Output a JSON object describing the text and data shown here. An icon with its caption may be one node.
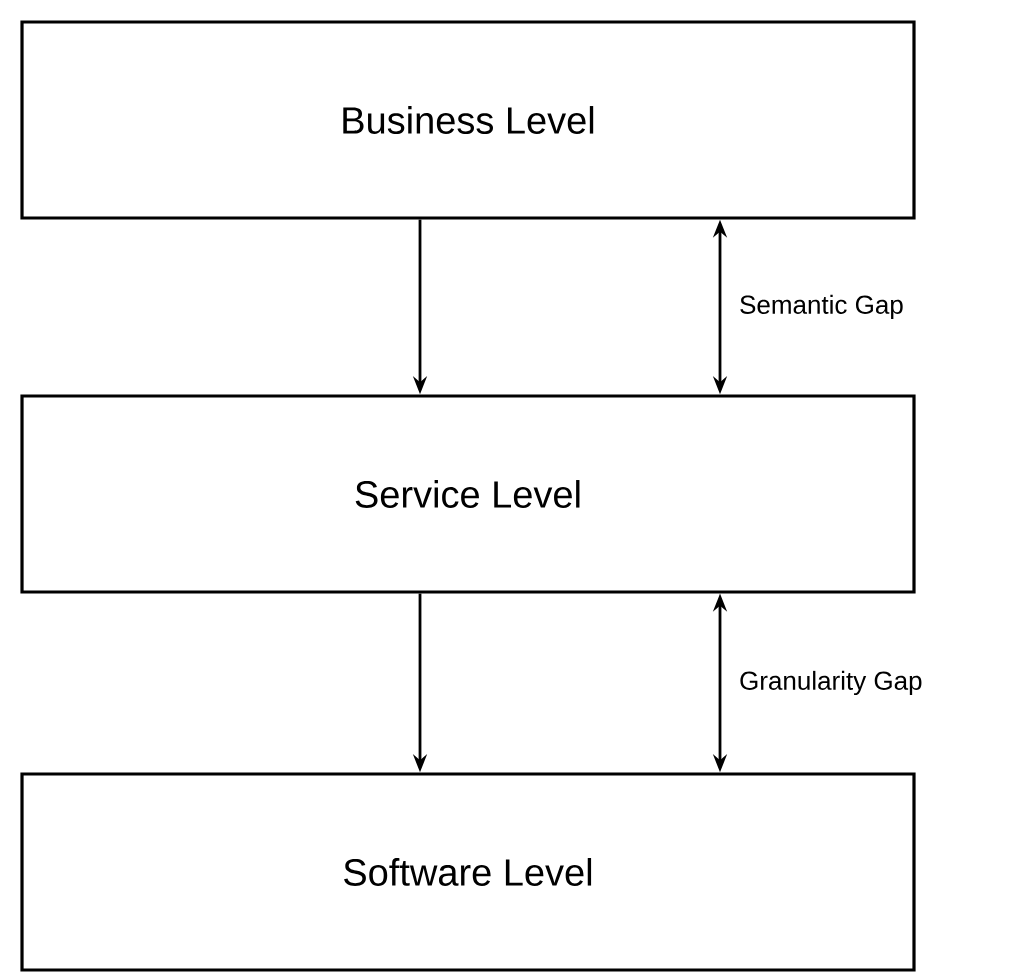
{
  "diagram": {
    "nodes": [
      {
        "text": [
          "Business Level"
        ]
      },
      {
        "text": [
          "Service Level"
        ]
      },
      {
        "text": [
          "Software Level"
        ]
      }
    ],
    "edges": [
      {
        "from": 0,
        "to": 1,
        "arrow": "to"
      },
      {
        "from": 0,
        "to": 1,
        "arrow": "both",
        "label": "Semantic Gap"
      },
      {
        "from": 1,
        "to": 2,
        "arrow": "to"
      },
      {
        "from": 1,
        "to": 2,
        "arrow": "both",
        "label": "Granularity Gap"
      }
    ]
  }
}
